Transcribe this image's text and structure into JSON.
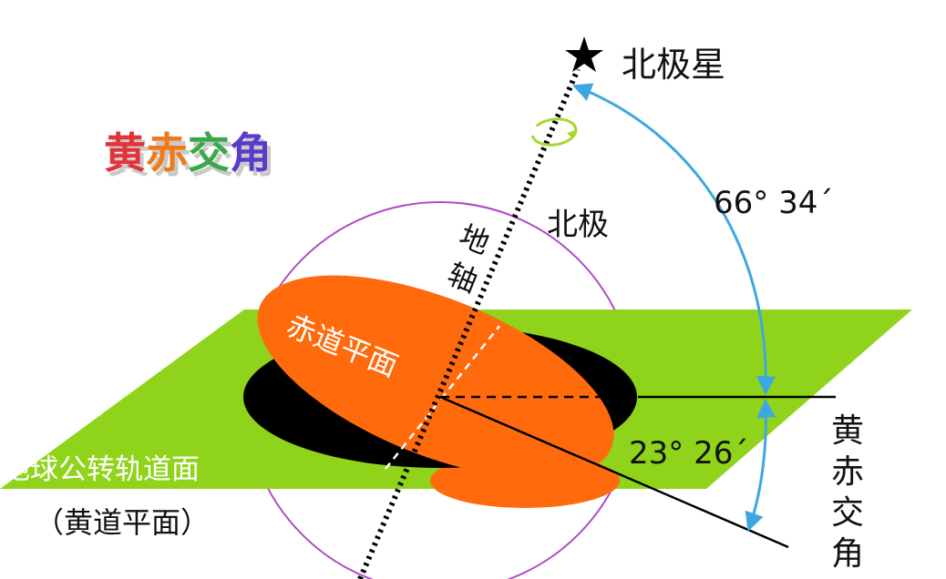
{
  "title": {
    "text": "黄赤交角",
    "chars": [
      "黄",
      "赤",
      "交",
      "角"
    ],
    "colors": [
      "#e0343a",
      "#f07a1a",
      "#3aa84a",
      "#5a3cc8"
    ]
  },
  "labels": {
    "polaris": "北极星",
    "north_pole": "北极",
    "earth_axis_1": "地",
    "earth_axis_2": "轴",
    "equatorial_plane": "赤道平面",
    "orbital_plane": "地球公转轨道面",
    "ecliptic_plane": "（黄道平面）",
    "angle_66": "66°  34´",
    "angle_23": "23°  26´",
    "obliquity_1": "黄",
    "obliquity_2": "赤",
    "obliquity_3": "交",
    "obliquity_4": "角"
  },
  "colors": {
    "ecliptic_plane": "#8fd41a",
    "equatorial_plane": "#ff6a0d",
    "shadow": "#000000",
    "sphere_outline": "#b24ac8",
    "angle_arrow": "#3ea7e0",
    "rotation_arrow": "#a8d830",
    "text": "#111111",
    "white_text": "#ffffff"
  },
  "icons": {
    "star": "star-icon",
    "rotation": "rotation-arrow-icon"
  }
}
